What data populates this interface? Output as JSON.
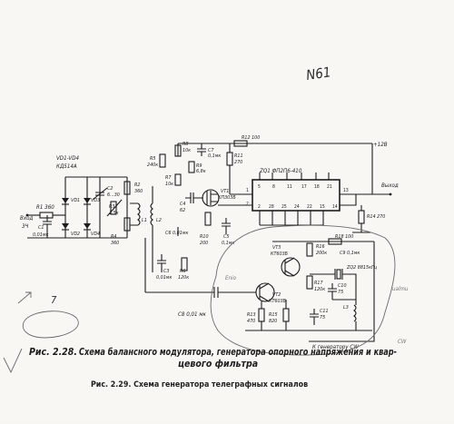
{
  "handwritten": {
    "page_number": "N61",
    "note_arrow": "7",
    "pencil_note_1": "Enio",
    "pencil_note_2": "ualmu",
    "pencil_note_3": "CW"
  },
  "captions": {
    "fig_228_prefix": "Рис. 2.28.",
    "fig_228_line1": "Схема балансного модулятора, генератора опорного  напряжения и квар-",
    "fig_228_line2": "цевого фильтра",
    "fig_229": "Рис. 2.29. Схема генератора телеграфных сигналов"
  },
  "labels": {
    "input": "Вход",
    "input_freq": "3Ч",
    "output": "Выход",
    "supply": "+12В",
    "diodes": "VD1-VD4",
    "diode_type": "КД514А",
    "vd1": "VD1",
    "vd2": "VD2",
    "vd3": "VD3",
    "vd4": "VD4",
    "r1": "R1 360",
    "c1": "C1",
    "c1_val": "0,01мк",
    "r2": "R2",
    "r2_val": "360",
    "r3": "R3",
    "r3_val": "1,5к",
    "r4": "R4",
    "r4_val": "360",
    "c2": "C2",
    "c2_val": "6...30",
    "l1": "L1",
    "l2": "L2",
    "r5": "R5",
    "r5_val": "240к",
    "r6": "R6",
    "r6_val": "120к",
    "r7": "R7",
    "r7_val": "10к",
    "r8": "R8",
    "r8_val": "10к",
    "r9": "R9",
    "r9_val": "6,8к",
    "r10": "R10",
    "r10_val": "200",
    "r11": "R11",
    "r11_val": "270",
    "r12": "R12 100",
    "c3": "C3",
    "c3_val": "0,01мк",
    "c4": "C4",
    "c4_val": "62",
    "c5": "C5",
    "c5_val": "0,1мк",
    "c6": "C6 0,01мк",
    "c7": "C7",
    "c7_val": "0,1мк",
    "vt1": "VT1",
    "vt1_type": "КП303Б",
    "zq1": "ZQ1  ФП2П6-410",
    "zq_pins_top": [
      "5",
      "8",
      "11",
      "17",
      "18",
      "21"
    ],
    "zq_pins_bot": [
      "2",
      "28",
      "25",
      "24",
      "22",
      "15",
      "14"
    ],
    "zq_pin_l1": "1",
    "zq_pin_l2": "2",
    "zq_pin_r1": "13",
    "r14": "R14 270",
    "r13": "R13",
    "r13_val": "470",
    "r15": "R15",
    "r15_val": "820",
    "r16": "R16",
    "r16_val": "200к",
    "r17": "R17",
    "r17_val": "120к",
    "r18": "R18 100",
    "c8": "C8  0,01 мк",
    "c9": "C9 0,1мк",
    "c10": "C10",
    "c10_val": "75",
    "c11": "C11",
    "c11_val": "75",
    "l3": "L3",
    "vt2": "VT2",
    "vt2_type": "КТ603Б",
    "vt3": "VT3",
    "vt3_type": "КТ603Б",
    "zq2": "ZQ2 8815кГц",
    "to_cw": "К генератору  CW"
  }
}
